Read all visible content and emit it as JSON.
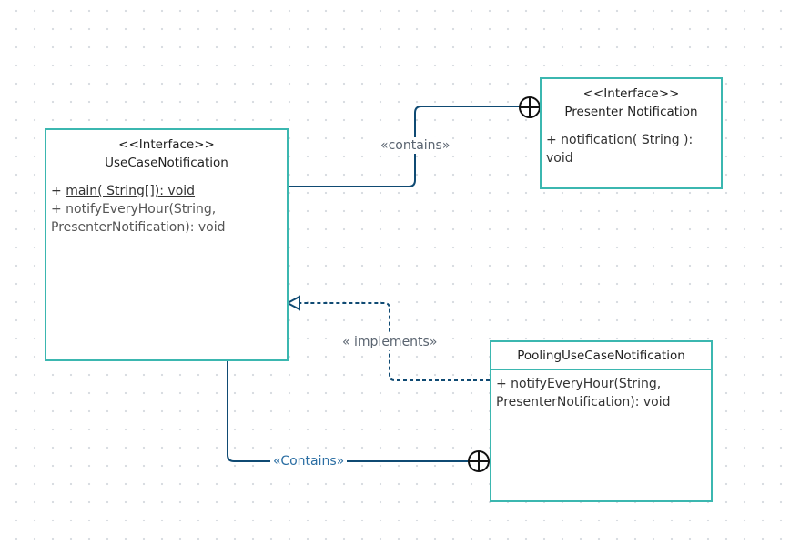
{
  "colors": {
    "class_border": "#3bb7b0",
    "connector": "#0f4a73",
    "label_text": "#5a6470",
    "link_label_text": "#2b6ea3",
    "background_dot": "#d7dbe0"
  },
  "classes": {
    "use_case_notification": {
      "stereotype": "<<Interface>>",
      "name": "UseCaseNotification",
      "members": {
        "op1_prefix": "+ ",
        "op1_name": "main( String[]): void",
        "op2_line1": "+ notifyEveryHour(String,",
        "op2_line2": "PresenterNotification): void"
      }
    },
    "presenter_notification": {
      "stereotype": "<<Interface>>",
      "name": "Presenter Notification",
      "members": {
        "op1_line1": "+ notification( String ):",
        "op1_line2": "void"
      }
    },
    "pooling_use_case_notification": {
      "name": "PoolingUseCaseNotification",
      "members": {
        "op1_line1": "+ notifyEveryHour(String,",
        "op1_line2": "PresenterNotification): void"
      }
    }
  },
  "relationships": {
    "contains_presenter": {
      "label": "«contains»",
      "kind": "containment",
      "end_marker": "circle-plus-icon"
    },
    "implements": {
      "label": "« implements»",
      "kind": "realization",
      "end_marker": "hollow-triangle-arrow-icon"
    },
    "contains_pooling": {
      "label": "«Contains»",
      "kind": "containment",
      "end_marker": "circle-plus-icon"
    }
  }
}
